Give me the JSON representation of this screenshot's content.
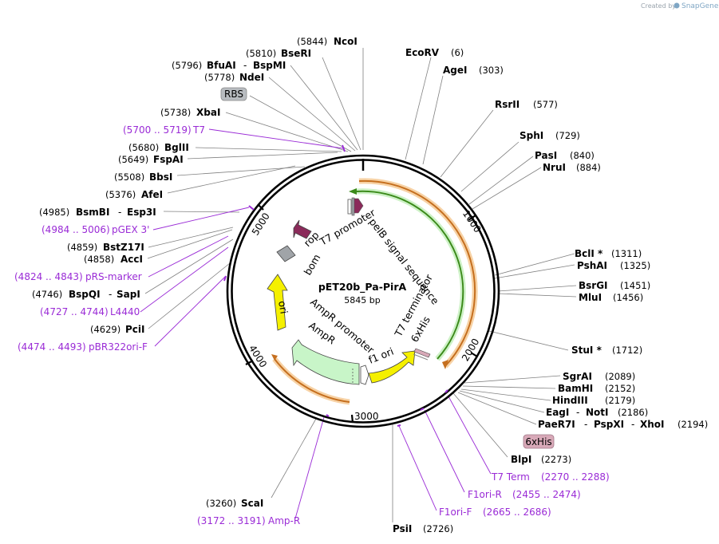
{
  "credit": {
    "prefix": "Created by",
    "brand": "SnapGene"
  },
  "plasmid": {
    "name": "pET20b_Pa-PirA",
    "size": "5845 bp"
  },
  "ticks": [
    "1000",
    "2000",
    "3000",
    "4000",
    "5000"
  ],
  "features": {
    "pelB": "pelB signal sequence",
    "t7prom_inner": "T7 promoter",
    "rop": "rop",
    "bom": "bom",
    "ori": "ori",
    "ampr_prom": "AmpR promoter",
    "ampr": "AmpR",
    "f1ori": "f1 ori",
    "t7term": "T7 terminator",
    "his": "6xHis"
  },
  "boxes": {
    "rbs": "RBS",
    "his_box": "6xHis"
  },
  "sites": {
    "ncoi": {
      "pos": "(5844)",
      "name": "NcoI"
    },
    "bseri": {
      "pos": "(5810)",
      "name": "BseRI"
    },
    "bfuai": {
      "pos": "(5796)",
      "name": "BfuAI",
      "sep": "-",
      "name2": "BspMI"
    },
    "ndei": {
      "pos": "(5778)",
      "name": "NdeI"
    },
    "xbai": {
      "pos": "(5738)",
      "name": "XbaI"
    },
    "bglii": {
      "pos": "(5680)",
      "name": "BglII"
    },
    "fspai": {
      "pos": "(5649)",
      "name": "FspAI"
    },
    "bbsi": {
      "pos": "(5508)",
      "name": "BbsI"
    },
    "afei": {
      "pos": "(5376)",
      "name": "AfeI"
    },
    "bsmbi": {
      "pos": "(4985)",
      "name": "BsmBI",
      "sep": "-",
      "name2": "Esp3I"
    },
    "bstz17i": {
      "pos": "(4859)",
      "name": "BstZ17I"
    },
    "acci": {
      "pos": "(4858)",
      "name": "AccI"
    },
    "bspqi": {
      "pos": "(4746)",
      "name": "BspQI",
      "sep": "-",
      "name2": "SapI"
    },
    "pcii": {
      "pos": "(4629)",
      "name": "PciI"
    },
    "ecorv": {
      "name": "EcoRV",
      "pos": "(6)"
    },
    "agei": {
      "name": "AgeI",
      "pos": "(303)"
    },
    "rsrii": {
      "name": "RsrII",
      "pos": "(577)"
    },
    "sphi": {
      "name": "SphI",
      "pos": "(729)"
    },
    "pasi": {
      "name": "PasI",
      "pos": "(840)"
    },
    "nrui": {
      "name": "NruI",
      "pos": "(884)"
    },
    "bcli": {
      "name": "BclI *",
      "pos": "(1311)"
    },
    "pshai": {
      "name": "PshAI",
      "pos": "(1325)"
    },
    "bsrgi": {
      "name": "BsrGI",
      "pos": "(1451)"
    },
    "mlui": {
      "name": "MluI",
      "pos": "(1456)"
    },
    "stui": {
      "name": "StuI *",
      "pos": "(1712)"
    },
    "sgrai": {
      "name": "SgrAI",
      "pos": "(2089)"
    },
    "bamhi": {
      "name": "BamHI",
      "pos": "(2152)"
    },
    "hindiii": {
      "name": "HindIII",
      "pos": "(2179)"
    },
    "eagi": {
      "name": "EagI",
      "sep": "-",
      "name2": "NotI",
      "pos": "(2186)"
    },
    "paer7i": {
      "name": "PaeR7I",
      "sep": "-",
      "name2": "PspXI",
      "sep2": "-",
      "name3": "XhoI",
      "pos": "(2194)"
    },
    "blpi": {
      "name": "BlpI",
      "pos": "(2273)"
    },
    "psii": {
      "name": "PsiI",
      "pos": "(2726)"
    },
    "scai": {
      "pos": "(3260)",
      "name": "ScaI"
    }
  },
  "primers": {
    "t7": {
      "range": "(5700 .. 5719)",
      "name": "T7"
    },
    "pgex3": {
      "range": "(4984 .. 5006)",
      "name": "pGEX 3'"
    },
    "prs": {
      "range": "(4824 .. 4843)",
      "name": "pRS-marker"
    },
    "l4440": {
      "range": "(4727 .. 4744)",
      "name": "L4440"
    },
    "pbr322": {
      "range": "(4474 .. 4493)",
      "name": "pBR322ori-F"
    },
    "ampr_primer": {
      "range": "(3172 .. 3191)",
      "name": "Amp-R"
    },
    "t7term_primer": {
      "name": "T7 Term",
      "range": "(2270 .. 2288)"
    },
    "f1orir": {
      "name": "F1ori-R",
      "range": "(2455 .. 2474)"
    },
    "f1orif": {
      "name": "F1ori-F",
      "range": "(2665 .. 2686)"
    }
  },
  "colors": {
    "ring": "#000000",
    "primer": "#9a2bd6",
    "orange_arc": "#c56f1f",
    "green_arc": "#3b8a1a",
    "rop": "#8b2a5a",
    "bom": "#a0a4a8",
    "ori": "#f5f000",
    "ampr": "#c8f5c8",
    "his": "#d8a9b8"
  }
}
